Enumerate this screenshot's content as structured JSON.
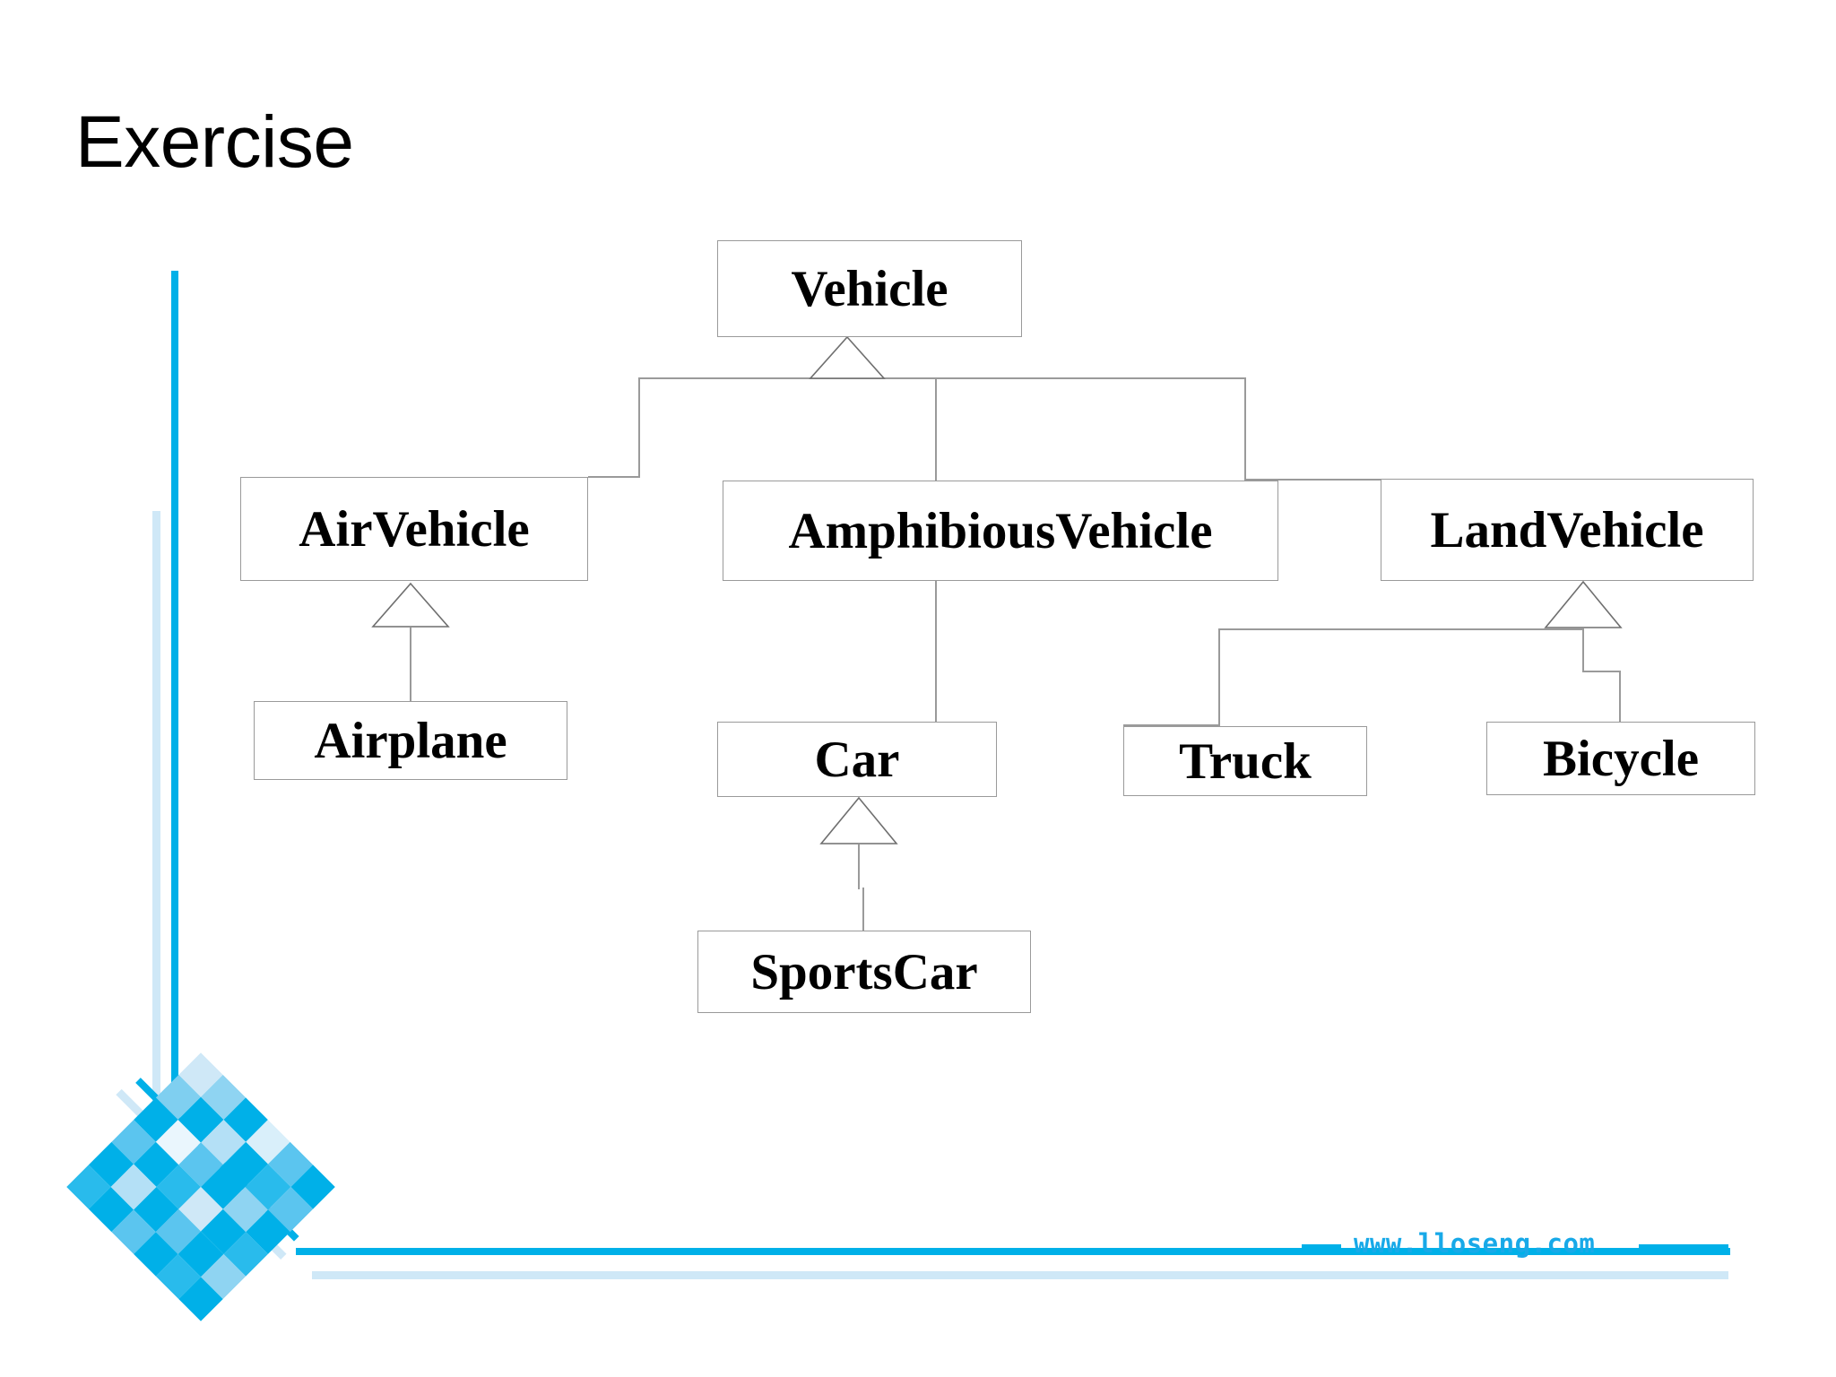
{
  "slide": {
    "title": "Exercise",
    "footer_url": "www.lloseng.com"
  },
  "colors": {
    "accent_bright": "#00B0E8",
    "accent_pale": "#CFE8F7",
    "box_border": "#9a9a9a",
    "text": "#000000",
    "url_text": "#18A9E8",
    "background": "#ffffff"
  },
  "diagram": {
    "type": "uml-class-diagram",
    "relationship": "generalization",
    "classes": [
      {
        "id": "vehicle",
        "label": "Vehicle",
        "level": 0
      },
      {
        "id": "airvehicle",
        "label": "AirVehicle",
        "level": 1
      },
      {
        "id": "amphibiousvehicle",
        "label": "AmphibiousVehicle",
        "level": 1
      },
      {
        "id": "landvehicle",
        "label": "LandVehicle",
        "level": 1
      },
      {
        "id": "airplane",
        "label": "Airplane",
        "level": 2
      },
      {
        "id": "car",
        "label": "Car",
        "level": 2
      },
      {
        "id": "truck",
        "label": "Truck",
        "level": 2
      },
      {
        "id": "bicycle",
        "label": "Bicycle",
        "level": 2
      },
      {
        "id": "sportscar",
        "label": "SportsCar",
        "level": 3
      }
    ],
    "generalizations": [
      {
        "child": "airvehicle",
        "parent": "vehicle"
      },
      {
        "child": "amphibiousvehicle",
        "parent": "vehicle"
      },
      {
        "child": "landvehicle",
        "parent": "vehicle"
      },
      {
        "child": "airplane",
        "parent": "airvehicle"
      },
      {
        "child": "car",
        "parent": "amphibiousvehicle"
      },
      {
        "child": "truck",
        "parent": "landvehicle"
      },
      {
        "child": "bicycle",
        "parent": "landvehicle"
      },
      {
        "child": "sportscar",
        "parent": "car"
      }
    ]
  },
  "logo": {
    "name": "lloseng-mosaic-diamond",
    "tiles": [
      "#CFE8F7",
      "#8FD4F2",
      "#00B0E8",
      "#D9EFFA",
      "#5BC5EF",
      "#00B0E8",
      "#7FCFF0",
      "#00B0E8",
      "#B4E0F6",
      "#00B0E8",
      "#29BBEC",
      "#5BC5EF",
      "#00B0E8",
      "#EAF6FD",
      "#5BC5EF",
      "#00B0E8",
      "#8FD4F2",
      "#00B0E8",
      "#5BC5EF",
      "#00B0E8",
      "#29BBEC",
      "#CFE8F7",
      "#00B0E8",
      "#29BBEC",
      "#00B0E8",
      "#B4E0F6",
      "#00B0E8",
      "#5BC5EF",
      "#00B0E8",
      "#8FD4F2",
      "#29BBEC",
      "#00B0E8",
      "#5BC5EF",
      "#00B0E8",
      "#29BBEC",
      "#00B0E8"
    ]
  }
}
